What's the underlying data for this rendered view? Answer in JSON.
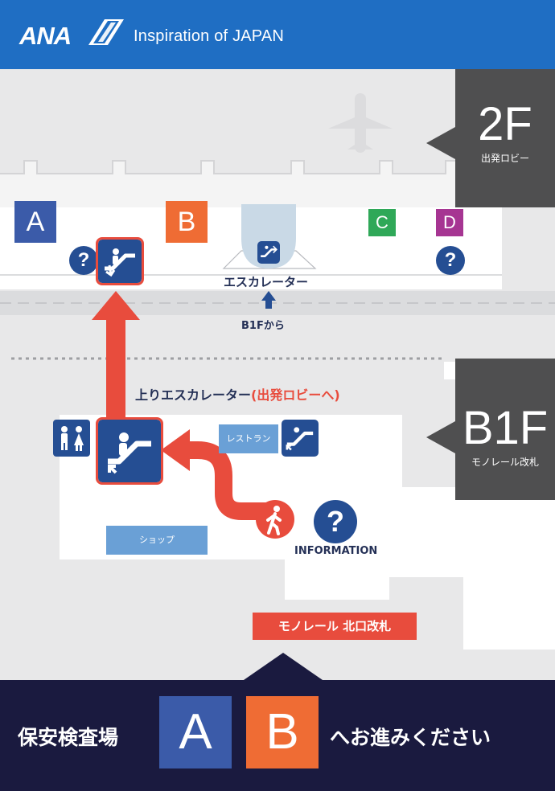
{
  "header": {
    "brand": "ANA",
    "tagline": "Inspiration of JAPAN",
    "bg_color": "#1f6ec3"
  },
  "floors": {
    "upper": {
      "level": "2F",
      "name": "出発ロビー"
    },
    "lower": {
      "level": "B1F",
      "name": "モノレール改札"
    }
  },
  "gates": {
    "a": {
      "label": "A",
      "color": "#3b5ba9"
    },
    "b": {
      "label": "B",
      "color": "#ef6c34"
    },
    "c": {
      "label": "C",
      "color": "#2fa858"
    },
    "d": {
      "label": "D",
      "color": "#a63592"
    }
  },
  "upper_floor": {
    "escalator_label": "エスカレーター",
    "from_label": "B1Fから"
  },
  "route": {
    "escalator_label_prefix": "上りエスカレーター",
    "escalator_label_highlight": "(出発ロビーへ)",
    "route_color": "#e84c3d"
  },
  "lower_floor": {
    "restaurant_label": "レストラン",
    "shop_label": "ショップ",
    "information_label": "INFORMATION",
    "exit_label": "モノレール 北口改札"
  },
  "footer": {
    "lead_text": "保安検査場",
    "gate_a": "A",
    "gate_b": "B",
    "tail_text": "へお進みください"
  },
  "icons": {
    "logo": "ana-logo-icon",
    "airplane": "airplane-icon",
    "escalator": "escalator-icon",
    "information": "question-icon",
    "restroom": "restroom-icon",
    "walker": "walking-person-icon",
    "arrow_up": "arrow-up-icon"
  },
  "colors": {
    "icon_navy": "#254e93",
    "floor_tab": "#4f4f50",
    "footer_bg": "#1a1a3f",
    "text_navy": "#243056"
  }
}
